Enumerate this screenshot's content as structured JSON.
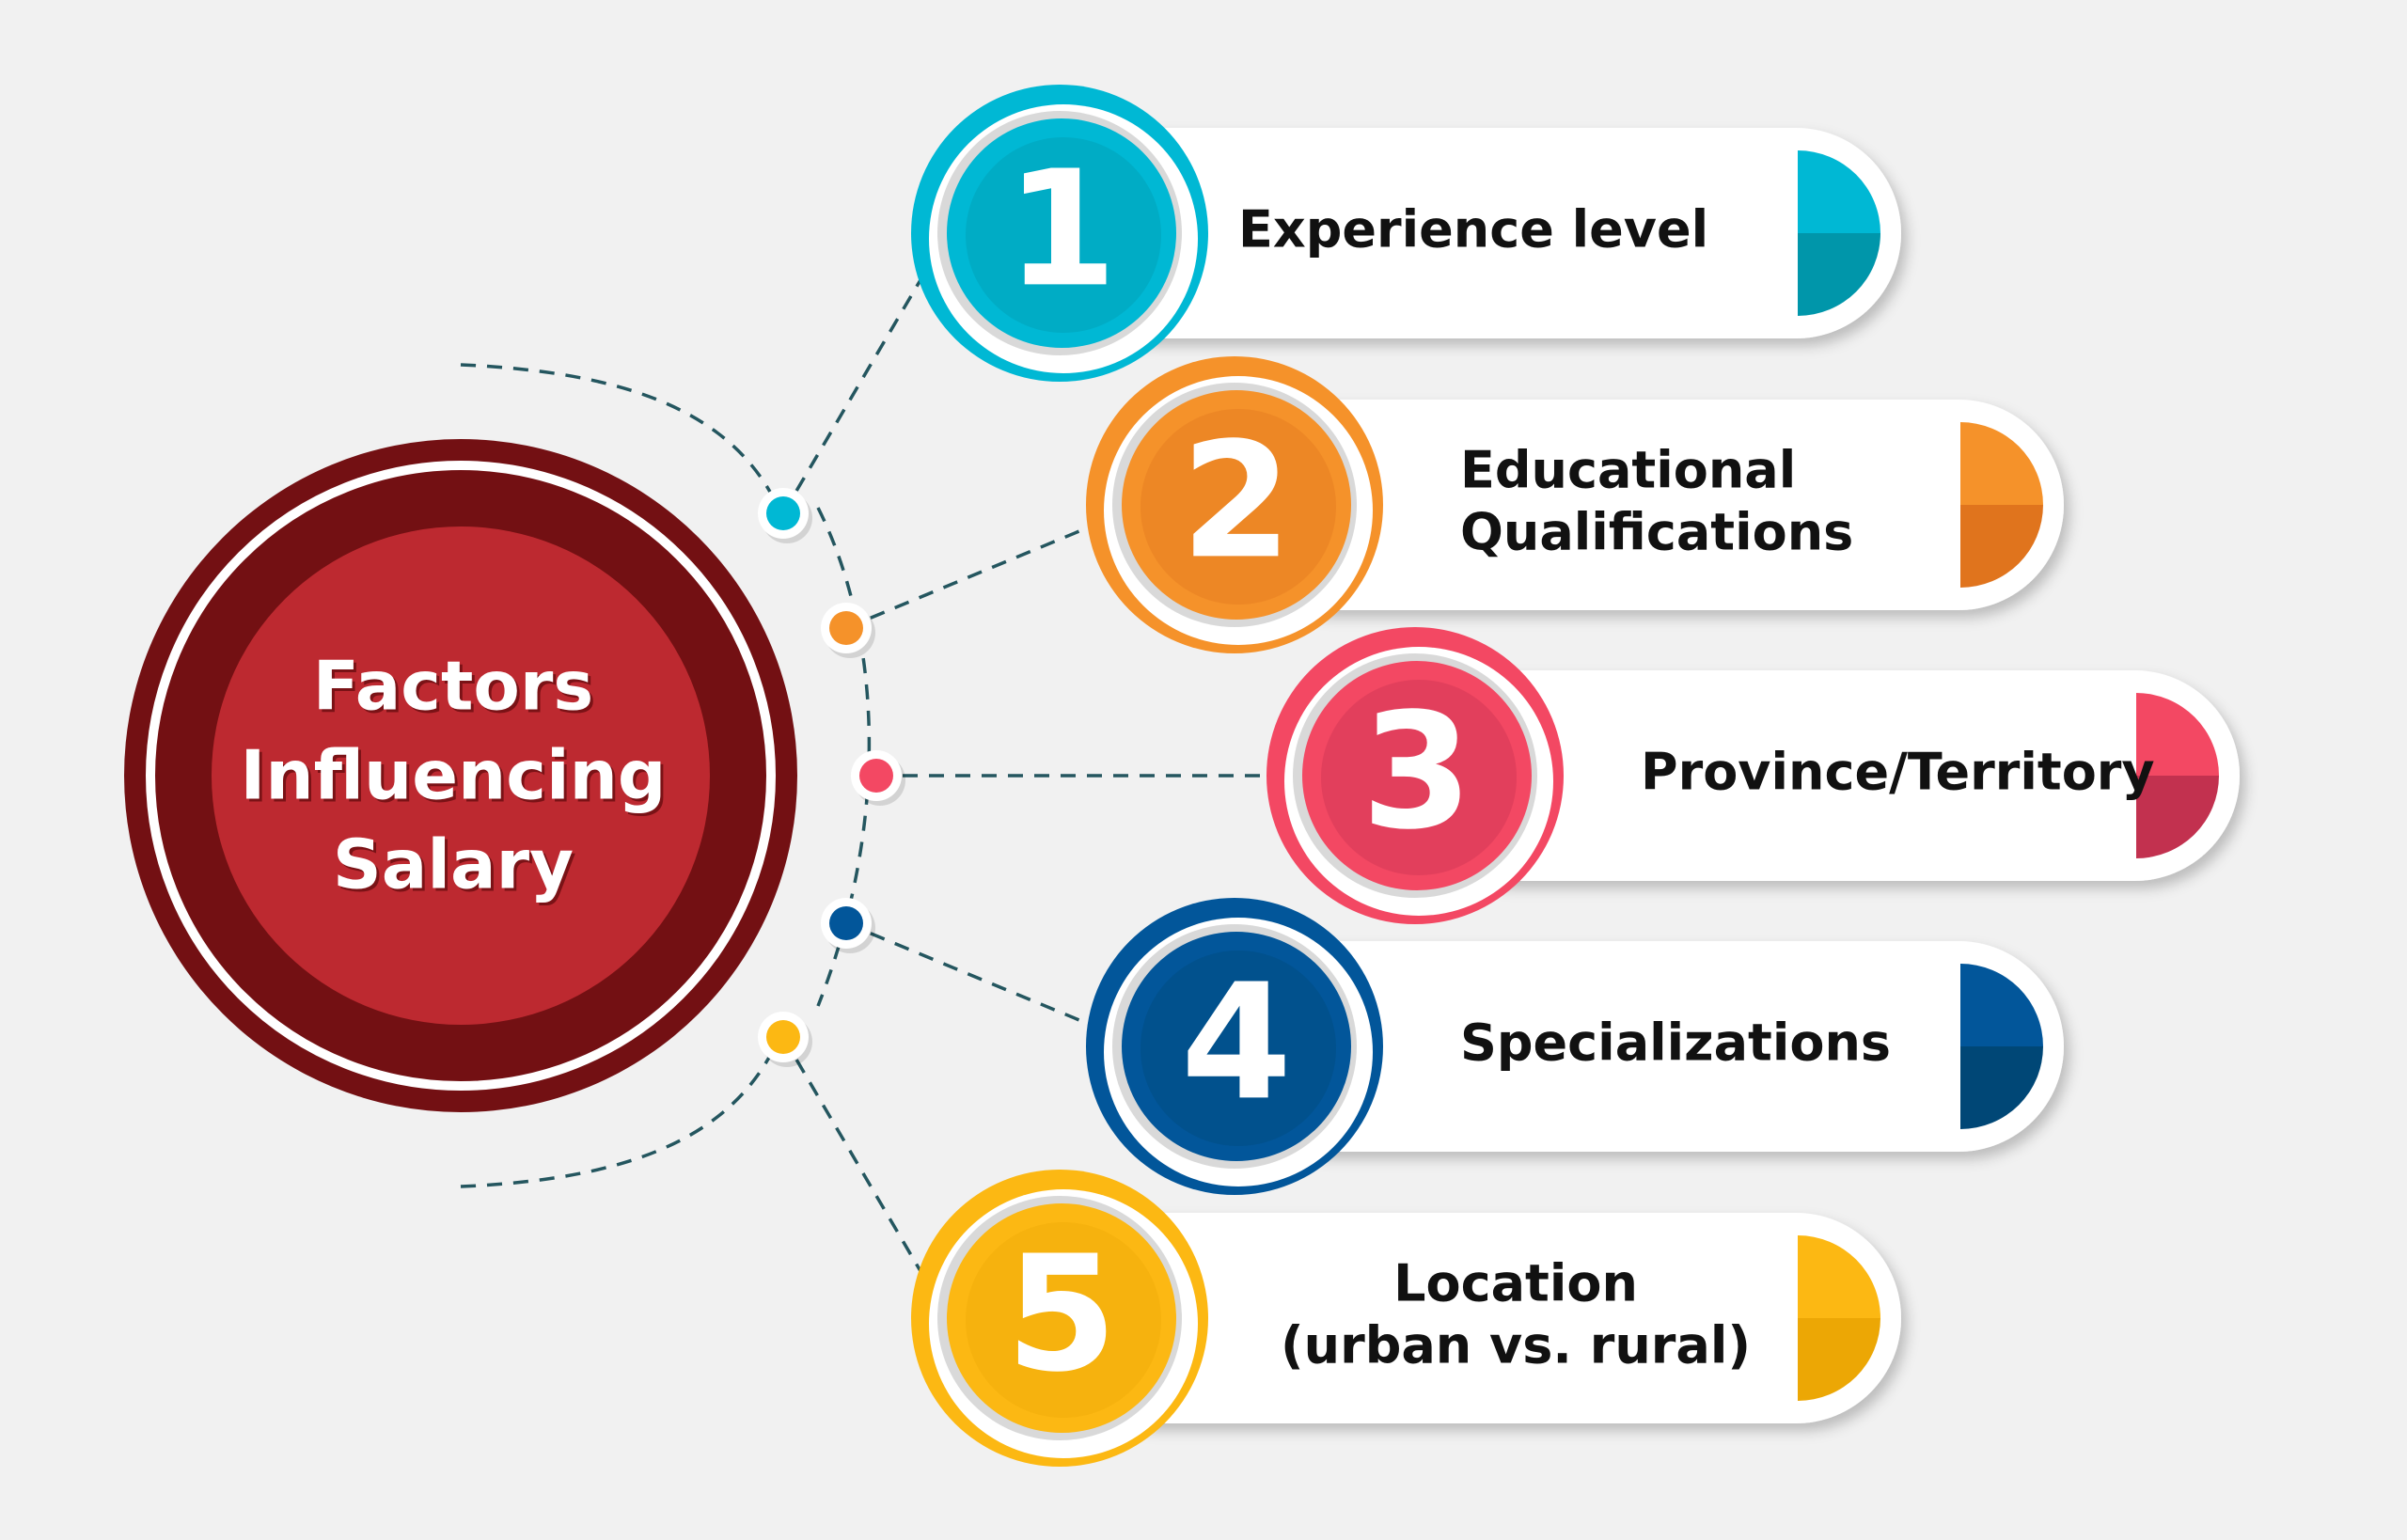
{
  "center": {
    "lines": [
      "Factors",
      "Influencing",
      "Salary"
    ],
    "outer_color": "#731013",
    "inner_color": "#bd2930"
  },
  "factors": [
    {
      "number": "1",
      "lines": [
        "Experience level"
      ],
      "color": "#00b8d4",
      "dark": "#0096aa",
      "icon": "teal-number-circle"
    },
    {
      "number": "2",
      "lines": [
        "Educational",
        "Qualifications"
      ],
      "color": "#f5922a",
      "dark": "#e0741d",
      "icon": "orange-number-circle"
    },
    {
      "number": "3",
      "lines": [
        "Province/Territory"
      ],
      "color": "#f34863",
      "dark": "#c2314f",
      "icon": "pink-number-circle"
    },
    {
      "number": "4",
      "lines": [
        "Specializations"
      ],
      "color": "#02569a",
      "dark": "#004776",
      "icon": "blue-number-circle"
    },
    {
      "number": "5",
      "lines": [
        "Location",
        "(urban vs. rural)"
      ],
      "color": "#fcb813",
      "dark": "#eca705",
      "icon": "yellow-number-circle"
    }
  ]
}
